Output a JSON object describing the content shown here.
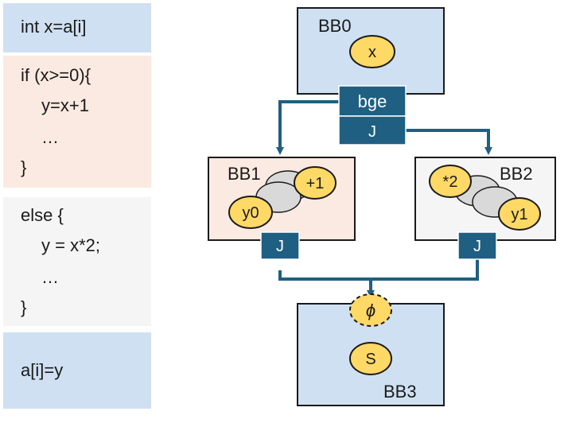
{
  "code": {
    "block0": [
      "int x=a[i]"
    ],
    "block1": [
      "if (x>=0){",
      "y=x+1",
      "…",
      "}"
    ],
    "block2": [
      "else {",
      "y = x*2;",
      "…",
      "}"
    ],
    "block3": [
      "a[i]=y"
    ]
  },
  "cfg": {
    "bb0": {
      "label": "BB0",
      "value": "x",
      "branch": "bge",
      "jump": "J"
    },
    "bb1": {
      "label": "BB1",
      "op": "+1",
      "value": "y0",
      "jump": "J"
    },
    "bb2": {
      "label": "BB2",
      "op": "*2",
      "value": "y1",
      "jump": "J"
    },
    "bb3": {
      "label": "BB3",
      "phi": "ϕ",
      "value": "S"
    }
  },
  "colors": {
    "block_blue": "#cfe0f2",
    "block_peach": "#fbeae1",
    "block_gray": "#f5f5f5",
    "terminator": "#1f5f82",
    "node_yellow": "#ffd966",
    "node_gray": "#d9d9d9"
  }
}
